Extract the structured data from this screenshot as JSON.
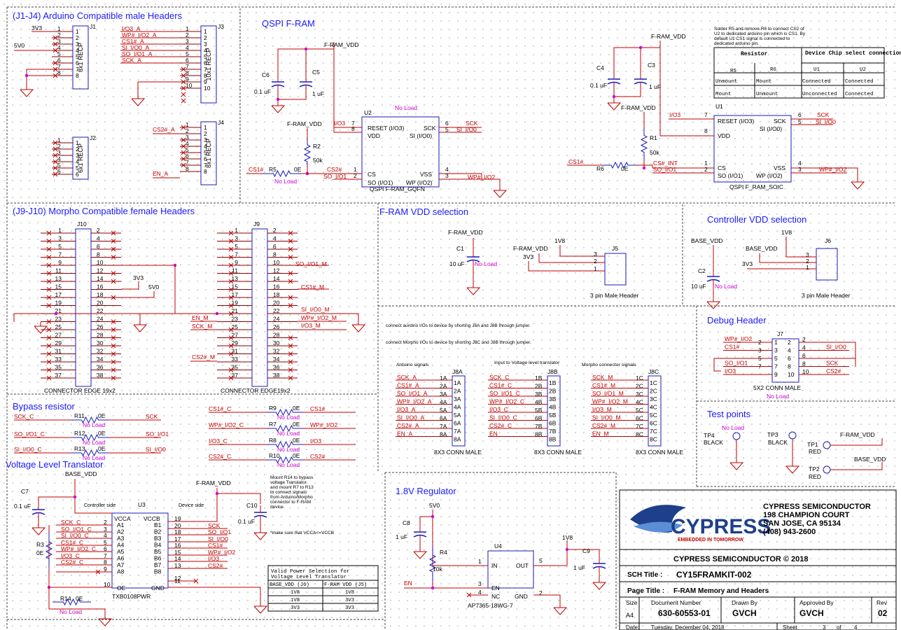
{
  "sections": {
    "arduino": "(J1-J4) Arduino Compatible male Headers",
    "qspi": "QSPI F-RAM",
    "morpho": "(J9-J10) Morpho Compatible female Headers",
    "fram_vdd": "F-RAM VDD selection",
    "ctrl_vdd": "Controller VDD selection",
    "debug": "Debug Header",
    "bypass": "Bypass resistor",
    "test_points": "Test points",
    "vlt": "Voltage Level Translator",
    "regulator": "1.8V Regulator"
  },
  "j1": {
    "ref": "J1",
    "name": "8x1 RECP",
    "pins": [
      "1",
      "2",
      "3",
      "4",
      "5",
      "6",
      "7",
      "8"
    ],
    "nets": {
      "n3v3": "3V3",
      "n5v0": "5V0"
    }
  },
  "j3": {
    "ref": "J3",
    "name": "10x1 RECP",
    "pins": [
      "1",
      "2",
      "3",
      "4",
      "5",
      "6",
      "7",
      "8",
      "9",
      "10"
    ],
    "nets": [
      "I/O3_A",
      "WP#_I/O2_A",
      "CS1#_A",
      "SI_I/O0_A",
      "SO_I/O1_A",
      "SCK_A"
    ]
  },
  "j2": {
    "ref": "J2",
    "name": "6x1 RECP",
    "pins": [
      "1",
      "2",
      "3",
      "4",
      "5",
      "6"
    ]
  },
  "j4": {
    "ref": "J4",
    "name": "8x1 RECP",
    "pins": [
      "1",
      "2",
      "3",
      "4",
      "5",
      "6",
      "7",
      "8"
    ],
    "nets": {
      "cs2": "CS2#_A",
      "en": "EN_A"
    }
  },
  "u2": {
    "ref": "U2",
    "part": "QSPI F-RAM_GQFN",
    "noload": "No Load",
    "pin_reset": "RESET (I/O3)",
    "pin_vdd": "VDD",
    "pin_cs": "CS",
    "pin_so": "SO (I/O1)",
    "pin_sck": "SCK",
    "pin_si": "SI (I/O0)",
    "pin_wp": "WP (I/O2)",
    "pin_vss": "VSS",
    "nums": [
      "7",
      "8",
      "1",
      "2",
      "6",
      "5",
      "4",
      "3"
    ],
    "nets": {
      "vdd": "F-RAM_VDD",
      "io3": "I/O3",
      "sck": "SCK",
      "si": "SI_I/O0",
      "wp": "WP#_I/O2",
      "cs1": "CS1#",
      "cs2": "CS2#",
      "so": "SO_I/O1"
    },
    "c6": "C6",
    "c6v": "0.1 uF",
    "c5": "C5",
    "c5v": "1 uF",
    "r2": "R2",
    "r2v": "50k",
    "r5": "R5",
    "r5v": "0E",
    "r5nl": "No Load"
  },
  "u1": {
    "ref": "U1",
    "part": "QSPI F_RAM_SOIC",
    "pin_reset": "RESET (I/O3)",
    "pin_vdd": "VDD",
    "pin_cs": "CS",
    "pin_so": "SO (I/O1)",
    "pin_sck": "SCK",
    "pin_si": "SI (I/O0)",
    "pin_wp": "WP (I/O2)",
    "pin_vss": "VSS",
    "nums": [
      "7",
      "8",
      "1",
      "2",
      "6",
      "5",
      "4",
      "3"
    ],
    "nets": {
      "vdd": "F-RAM_VDD",
      "io3": "I/O3",
      "sck": "SCK",
      "si": "SI_I/O0",
      "wp": "WP#_I/O2",
      "cs1": "CS1#",
      "csint": "CS#_INT",
      "so": "SO_I/O1"
    },
    "c4": "C4",
    "c4v": "0.1 uF",
    "c3": "C3",
    "c3v": "1 uF",
    "r1": "R1",
    "r1v": "50k",
    "r6": "R6",
    "r6v": "0E"
  },
  "note": {
    "text": [
      "Solder R5 and remove R6 to connect CS2 of",
      "U2 to dedicated arduino pin which is CS1. By",
      "default U1 CS1 signal is connected to",
      "dedicated arduino  pin."
    ],
    "table": {
      "h_res": "Resistor",
      "h_dev": "Device Chip select connection",
      "cols": [
        "R5",
        "R6",
        "U1",
        "U2"
      ],
      "rows": [
        [
          "Unmount",
          "Mount",
          "Connected",
          "Connected"
        ],
        [
          "Mount",
          "Unmount",
          "Unconnected",
          "Connected"
        ]
      ]
    }
  },
  "j10": {
    "ref": "J10",
    "name": "CONNECTOR EDGE 19x2",
    "odd": [
      "1",
      "3",
      "5",
      "7",
      "9",
      "11",
      "13",
      "15",
      "17",
      "19",
      "21",
      "23",
      "25",
      "27",
      "29",
      "31",
      "33",
      "35",
      "37"
    ],
    "even": [
      "2",
      "4",
      "6",
      "8",
      "10",
      "12",
      "14",
      "16",
      "18",
      "20",
      "22",
      "24",
      "26",
      "28",
      "30",
      "32",
      "34",
      "36",
      "38"
    ],
    "n3v3": "3V3",
    "n5v0": "5V0"
  },
  "j9": {
    "ref": "J9",
    "name": "CONNECTOR EDGE19x2",
    "odd": [
      "1",
      "3",
      "5",
      "7",
      "9",
      "11",
      "13",
      "15",
      "17",
      "19",
      "21",
      "23",
      "25",
      "27",
      "29",
      "31",
      "33",
      "35",
      "37"
    ],
    "even": [
      "2",
      "4",
      "6",
      "8",
      "10",
      "12",
      "14",
      "16",
      "18",
      "20",
      "22",
      "24",
      "26",
      "28",
      "30",
      "32",
      "34",
      "36",
      "38"
    ],
    "nets": {
      "so": "SO_I/O1_M",
      "cs1": "CS1#_M",
      "si": "SI_I/O0_M",
      "wp": "WP#_I/O2_M",
      "io3": "I/O3_M",
      "en": "EN_M",
      "sck": "SCK_M",
      "cs2": "CS2#_M"
    }
  },
  "fvdd": {
    "c1": "C1",
    "c1v": "10 uF",
    "nl": "No Load",
    "net": "F-RAM_VDD",
    "j5": "J5",
    "j5name": "3 pin Male Header",
    "n1v8": "1V8",
    "n3v3": "3V3",
    "nfram": "F-RAM_VDD",
    "pins": [
      "3",
      "2",
      "1"
    ]
  },
  "cvdd": {
    "c2": "C2",
    "c2v": "10 uF",
    "nl": "No Load",
    "net": "BASE_VDD",
    "j6": "J6",
    "j6name": "3 pin Male Header",
    "n1v8": "1V8",
    "n3v3": "3V3",
    "nbase": "BASE_VDD",
    "pins": [
      "3",
      "2",
      "1"
    ]
  },
  "jumpers": {
    "line1": "connect aurdino I/Os to device by shorting J8A and J8B through jumper.",
    "line2": "connect Morpho I/Os to device by shorting J8C and J8B through jumper.",
    "ga": "Arduino signals",
    "gb": "Input to Voltage level translator",
    "gc": "Morpho connector signals",
    "j8a": "J8A",
    "j8b": "J8B",
    "j8c": "J8C",
    "name": "8X3 CONN MALE",
    "a_nets": [
      "SCK_A",
      "CS1#_A",
      "SO_I/O1_A",
      "WP#_I/O2_A",
      "I/O3_A",
      "SI_I/O0_A",
      "CS2#_A",
      "EN_A"
    ],
    "a_pins": [
      "1A",
      "2A",
      "3A",
      "4A",
      "5A",
      "6A",
      "7A",
      "8A"
    ],
    "b_nets": [
      "SCK_C",
      "CS1#_C",
      "SO_I/O1_C",
      "WP#_I/O2_C",
      "I/O3_C",
      "SI_I/O0_C",
      "CS2#_C",
      "EN"
    ],
    "b_pins": [
      "1B",
      "2B",
      "3B",
      "4B",
      "5B",
      "6B",
      "7B",
      "8B"
    ],
    "c_nets": [
      "SCK_M",
      "CS1#_M",
      "SO_I/O1_M",
      "WP#_I/O2_M",
      "I/O3_M",
      "SI_I/O0_M",
      "CS2#_M",
      "EN_M"
    ],
    "c_pins": [
      "1C",
      "2C",
      "3C",
      "4C",
      "5C",
      "6C",
      "7C",
      "8C"
    ]
  },
  "debug": {
    "ref": "J7",
    "name": "5X2 CONN MALE",
    "nl": "No Load",
    "left_nets": [
      "WP#_I/O2",
      "CS1#",
      "",
      "SO_I/O1",
      "I/O3"
    ],
    "right_nets": [
      "",
      "SI_I/O0",
      "",
      "SCK",
      "CS2#"
    ],
    "lpins": [
      "2",
      "3",
      "5",
      "7",
      "9"
    ],
    "rpins": [
      "2",
      "4",
      "6",
      "8",
      "10"
    ],
    "inner": [
      "1",
      "2",
      "3",
      "4",
      "5",
      "6",
      "7",
      "8",
      "9",
      "10"
    ],
    "lext": [
      "2",
      "3",
      "5",
      "7",
      ""
    ]
  },
  "bypass": {
    "rows": [
      {
        "a": "SCK_C",
        "r": "R11",
        "v": "0E",
        "b": "SCK"
      },
      {
        "a": "SO_I/O1_C",
        "r": "R12",
        "v": "0E",
        "b": "SO_I/O1"
      },
      {
        "a": "SI_I/O0_C",
        "r": "R13",
        "v": "0E",
        "b": "SI_I/O0"
      },
      {
        "a": "CS1#_C",
        "r": "R9",
        "v": "0E",
        "b": "CS1#"
      },
      {
        "a": "WP#_I/O2_C",
        "r": "R7",
        "v": "0E",
        "b": "WP#_I/O2"
      },
      {
        "a": "I/O3_C",
        "r": "R8",
        "v": "0E",
        "b": "I/O3"
      },
      {
        "a": "CS2#_C",
        "r": "R10",
        "v": "0E",
        "b": "CS2#"
      }
    ],
    "nl": "No Load"
  },
  "tp": {
    "tp4": "TP4",
    "tp4c": "BLACK",
    "tp4nl": "No Load",
    "tp3": "TP3",
    "tp3c": "BLACK",
    "tp1": "TP1",
    "tp1c": "RED",
    "tp1net": "F-RAM_VDD",
    "tp2": "TP2",
    "tp2c": "RED",
    "tp2net": "BASE_VDD"
  },
  "u3": {
    "ref": "U3",
    "part": "TXB0108PWR",
    "ctrl": "Controller side",
    "dev": "Device side",
    "vcca": "VCCA",
    "vccb": "VCCB",
    "oe": "OE",
    "gnd": "GND",
    "a": [
      "A1",
      "A2",
      "A3",
      "A4",
      "A5",
      "A6",
      "A7",
      "A8"
    ],
    "b": [
      "B1",
      "B2",
      "B3",
      "B4",
      "B5",
      "B6",
      "B7",
      "B8"
    ],
    "lnums": [
      "2",
      "3",
      "4",
      "5",
      "6",
      "7",
      "8",
      "9",
      "10"
    ],
    "rnums": [
      "19",
      "20",
      "18",
      "17",
      "16",
      "15",
      "14",
      "13",
      "12",
      "11"
    ],
    "lnets": [
      "SCK_C",
      "SO_I/O1_C",
      "SI_I/O0_C",
      "CS1#_C",
      "WP#_I/O2_C",
      "I/O3_C",
      "CS2#_C"
    ],
    "rnets": [
      "SCK",
      "SO_I/O1",
      "SI_I/O0",
      "CS1#",
      "WP#_I/O2",
      "I/O3",
      "CS2#"
    ],
    "base": "BASE_VDD",
    "fram": "F-RAM_VDD",
    "c7": "C7",
    "c7v": "0.1 uF",
    "c10": "C10",
    "c10v": "0.1 uF",
    "r3": "R3",
    "r3v": "0E",
    "r14": "R14",
    "r14v": "0E",
    "r14nl": "No Load",
    "note": [
      "Mount R14 to bypass",
      "voltage Translator",
      "and mount R7 to R13",
      "to connect signals",
      "from Arduino/Morpho",
      "connector to F-RAM",
      "device."
    ],
    "vccnote": "*make sure that VCCA<=VCCB",
    "vtable": {
      "title": [
        "Valid Power Selection for",
        "Voltage Level Translator"
      ],
      "cols": [
        "BASE_VDD (J6)",
        "F-RAM VDD (J5)"
      ],
      "rows": [
        [
          "1V8",
          "1V8"
        ],
        [
          "1V8",
          "3V3"
        ],
        [
          "3V3",
          "3V3"
        ]
      ]
    }
  },
  "reg": {
    "ref": "U4",
    "part": "AP7365-18WG-7",
    "in": "IN",
    "out": "OUT",
    "en": "EN",
    "nc": "NC",
    "gnd": "GND",
    "n5v0": "5V0",
    "n1v8": "1V8",
    "en_net": "EN",
    "c8": "C8",
    "c8v": "1 uF",
    "c9": "C9",
    "c9v": "1 uF",
    "r4": "R4",
    "r4v": "10k",
    "nums": [
      "1",
      "3",
      "4",
      "5",
      "2"
    ]
  },
  "title_block": {
    "logo": "CYPRESS",
    "tagline": "EMBEDDED IN TOMORROW",
    "company": "CYPRESS SEMICONDUCTOR",
    "addr1": "198 CHAMPION COURT",
    "addr2": "SAN JOSE, CA 95134",
    "phone": "(408) 943-2600",
    "copy": "CYPRESS SEMICONDUCTOR © 2018",
    "sch_label": "SCH Title :",
    "sch": "CY15FRAMKIT-002",
    "page_label": "Page Title :",
    "page": "F-RAM Memory and Headers",
    "size_l": "Size",
    "size": "A4",
    "doc_l": "Document Number",
    "doc": "630-60553-01",
    "drawn_l": "Drawn By",
    "drawn": "GVCH",
    "appr_l": "Approved By",
    "appr": "GVCH",
    "rev_l": "Rev",
    "rev": "02",
    "date_l": "Date:",
    "date": "Tuesday, December 04, 2018",
    "sheet_l": "Sheet",
    "sheet": "3",
    "of": "of",
    "total": "4"
  }
}
